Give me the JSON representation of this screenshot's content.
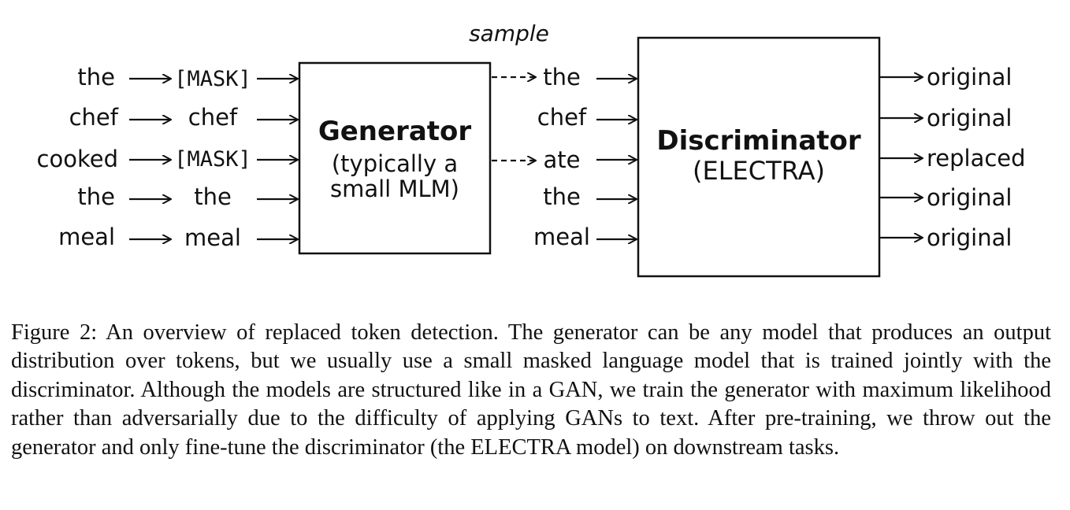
{
  "figure": {
    "inputs": [
      "the",
      "chef",
      "cooked",
      "the",
      "meal"
    ],
    "masked": [
      "[MASK]",
      "chef",
      "[MASK]",
      "the",
      "meal"
    ],
    "generator": {
      "title": "Generator",
      "subtitle_line1": "(typically a",
      "subtitle_line2": "small MLM)"
    },
    "sample_label": "sample",
    "sampled": [
      "the",
      "chef",
      "ate",
      "the",
      "meal"
    ],
    "discriminator": {
      "title": "Discriminator",
      "subtitle": "(ELECTRA)"
    },
    "outputs": [
      "original",
      "original",
      "replaced",
      "original",
      "original"
    ]
  },
  "caption": "Figure 2: An overview of replaced token detection. The generator can be any model that produces an output distribution over tokens, but we usually use a small masked language model that is trained jointly with the discriminator. Although the models are structured like in a GAN, we train the generator with maximum likelihood rather than adversarially due to the difficulty of applying GANs to text. After pre-training, we throw out the generator and only fine-tune the discriminator (the ELECTRA model) on downstream tasks."
}
